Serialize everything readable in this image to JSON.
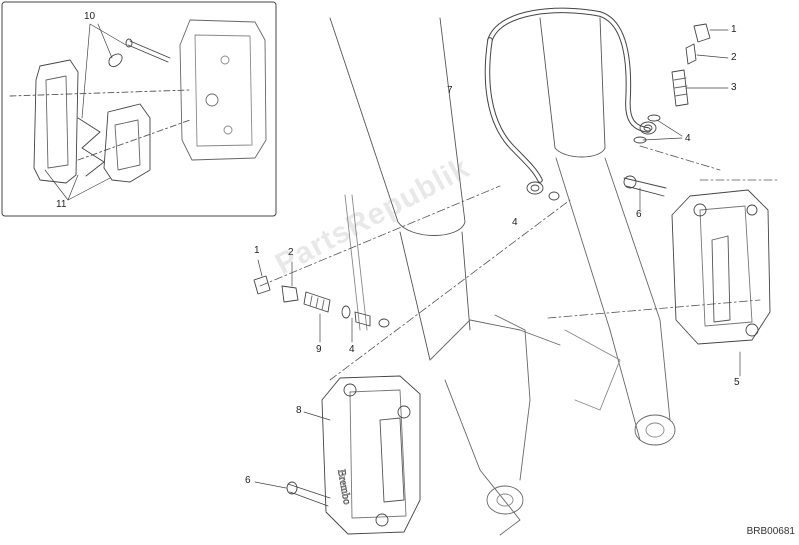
{
  "diagram": {
    "callouts": {
      "inset_10": "10",
      "inset_11": "11",
      "top_1": "1",
      "top_2": "2",
      "top_3": "3",
      "top_4": "4",
      "top_7": "7",
      "mid_4": "4",
      "right_6": "6",
      "right_5": "5",
      "left_1": "1",
      "left_2": "2",
      "left_9": "9",
      "left_4": "4",
      "lower_8": "8",
      "lower_6": "6"
    },
    "watermark": "PartsRepublik",
    "reference_code": "BRB00681"
  },
  "colors": {
    "line": "#333333",
    "light_line": "#777777",
    "watermark": "#969696"
  }
}
